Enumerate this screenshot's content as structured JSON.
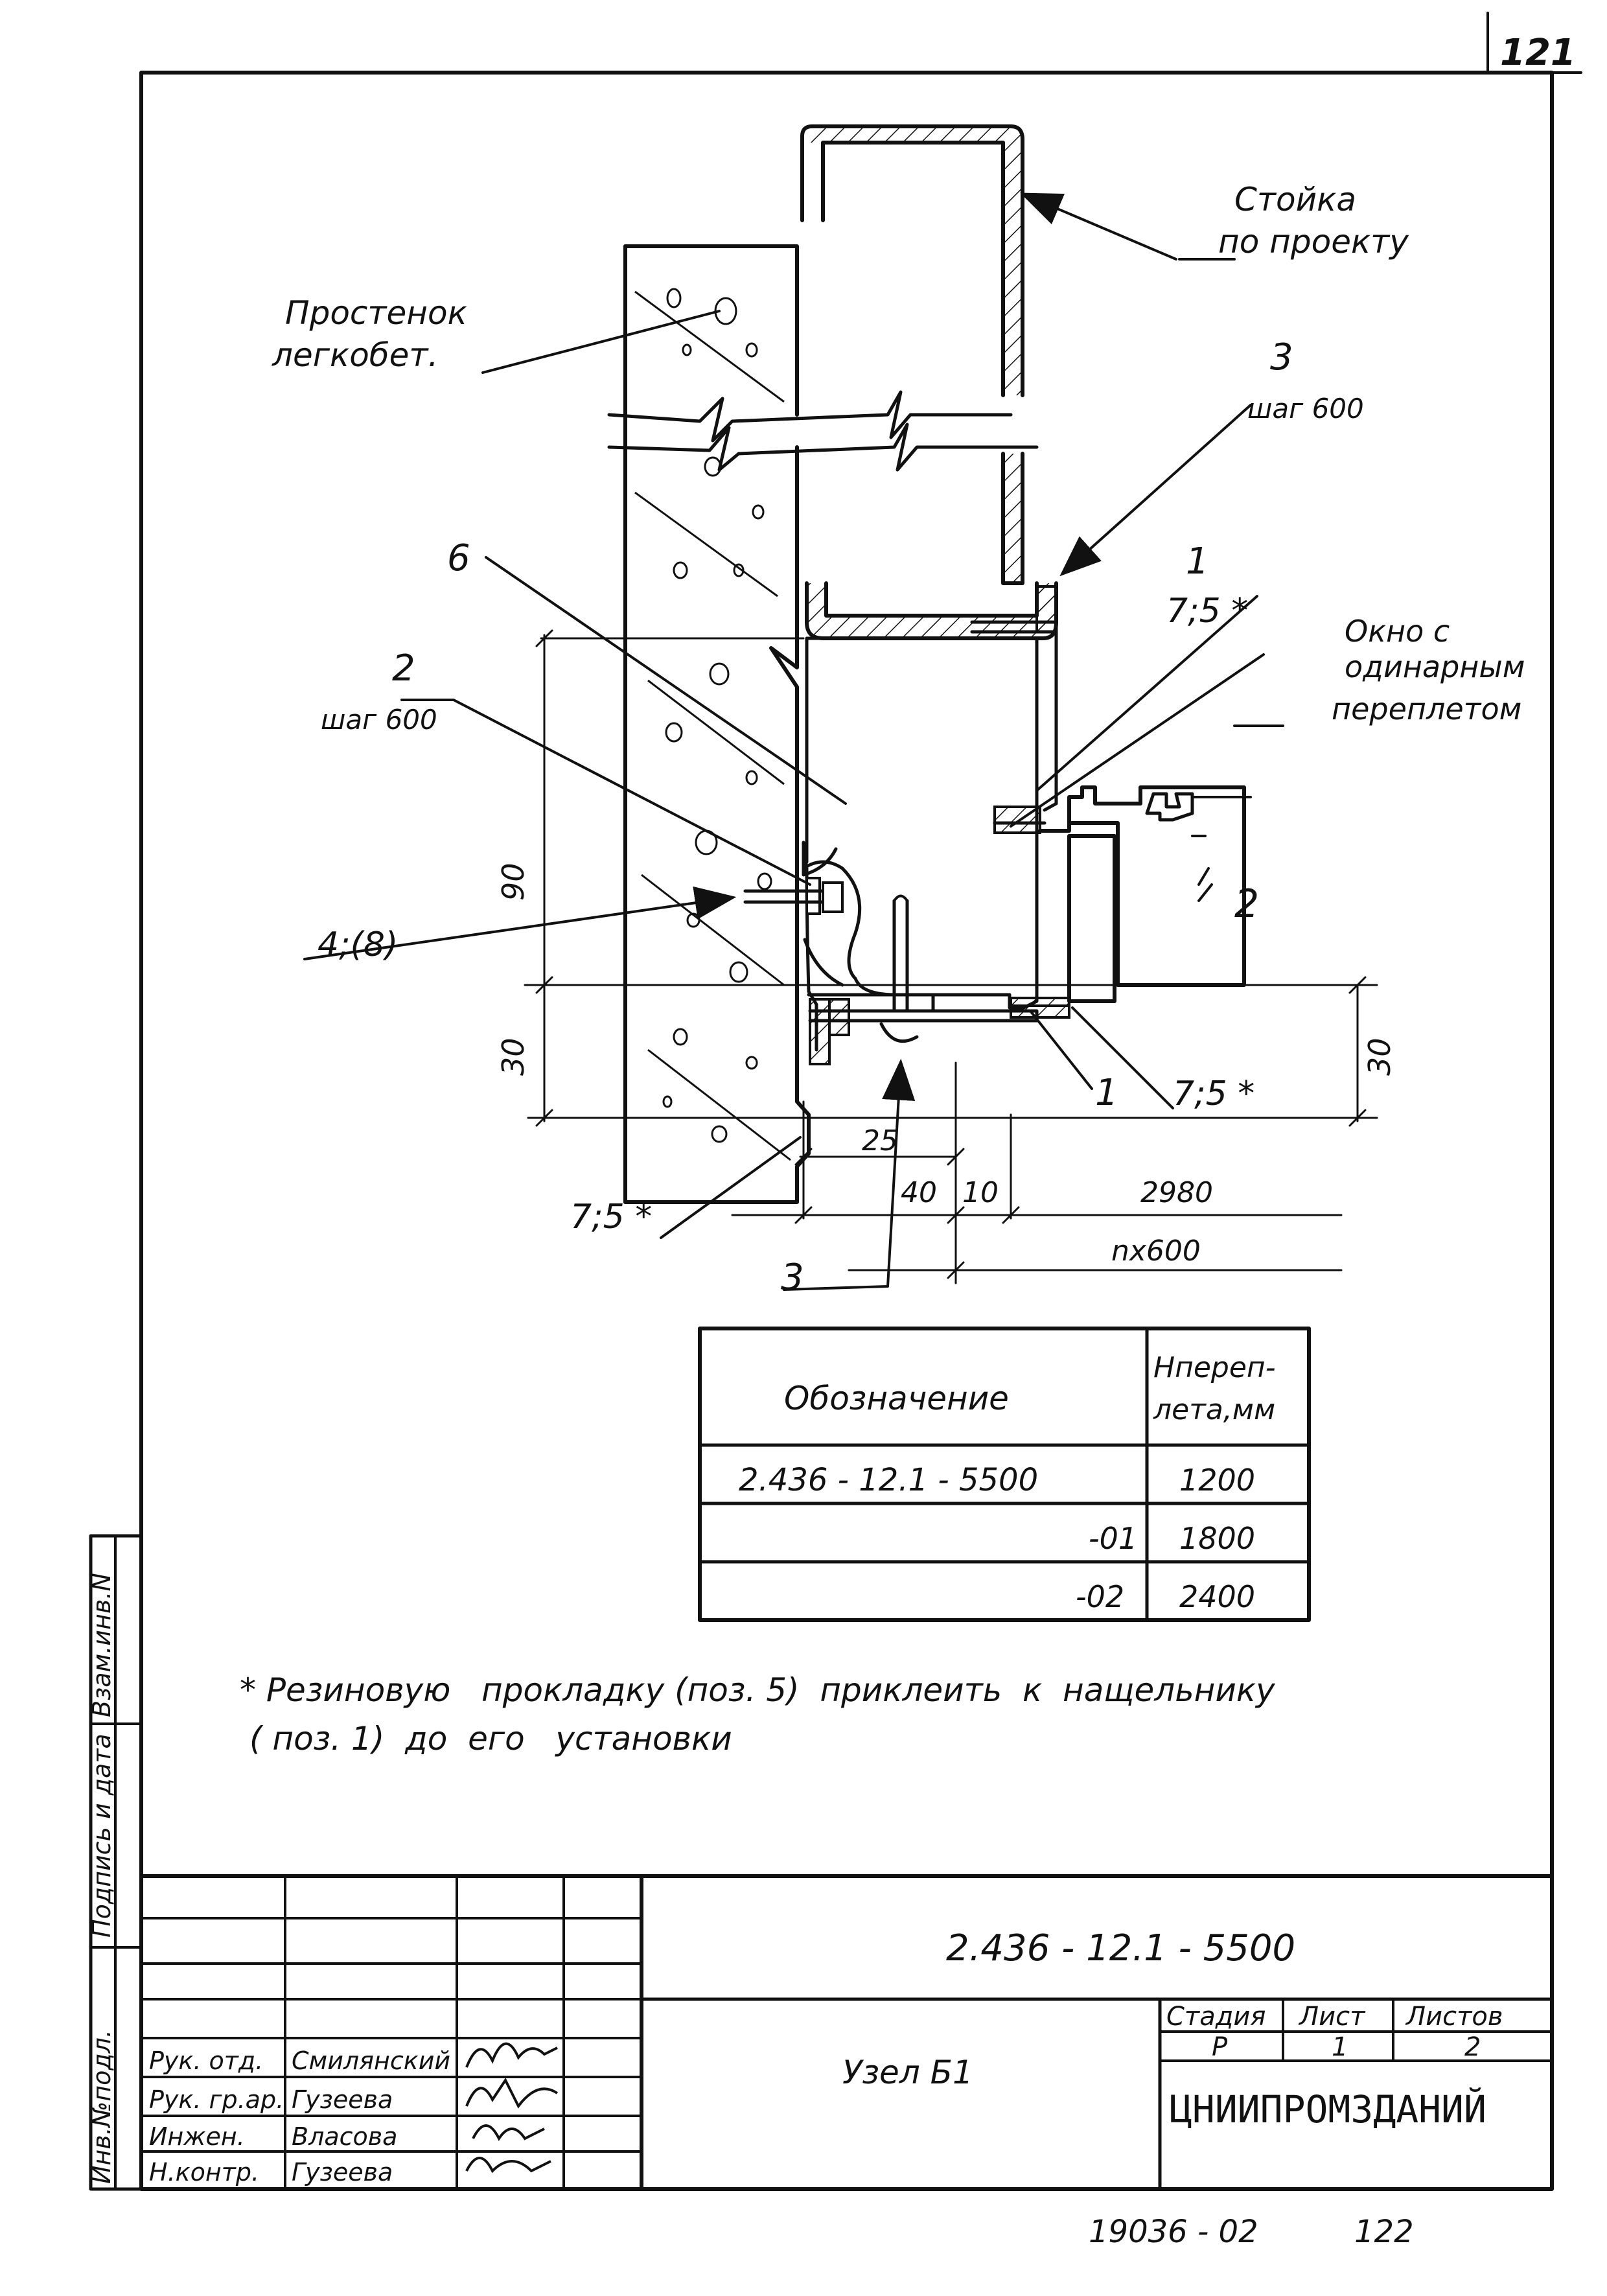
{
  "page_number": "121",
  "labels": {
    "stoika_line1": "Стойка",
    "stoika_line2": "по проекту",
    "prostenok_line1": "Простенок",
    "prostenok_line2": "легкобет.",
    "okno_line1": "Окно с",
    "okno_line2": "одинарным",
    "okno_line3": "переплетом"
  },
  "callouts": {
    "p3_top": "3",
    "shag_top": "шаг 600",
    "p1_top": "1",
    "p75_top": "7;5 *",
    "p6": "6",
    "p2": "2",
    "shag_left": "шаг 600",
    "p48": "4;(8)",
    "p75_right": "7;5 *",
    "p1_bottom": "1",
    "p75_left": "7;5 *",
    "p3_bottom": "3",
    "p2_window": "2"
  },
  "dimensions": {
    "d90": "90",
    "d30_left": "30",
    "d30_right": "30",
    "d25": "25",
    "d40": "40",
    "d10": "10",
    "d2980": "2980",
    "dnx600": "nx600"
  },
  "spec_table": {
    "col_designation": "Обозначение",
    "col_height_line1": "Hпереп-",
    "col_height_line2": "лета,мм",
    "rows": [
      {
        "designation": "2.436 - 12.1 - 5500",
        "height": "1200"
      },
      {
        "designation": "-01",
        "height": "1800"
      },
      {
        "designation": "-02",
        "height": "2400"
      }
    ]
  },
  "note": {
    "line1": "* Резиновую   прокладку (поз. 5)  приклеить  к  нащельнику",
    "line2": "( поз. 1)  до  его   установки"
  },
  "side_stamps": {
    "inv_podl": "Инв.№подл.",
    "podpis_data": "Подпись и дата",
    "vzam_inv": "Взам.инв.N"
  },
  "title_block": {
    "document_code": "2.436 - 12.1 - 5500",
    "drawing_title": "Узел Б1",
    "stage_header": "Стадия",
    "sheet_header": "Лист",
    "sheets_header": "Листов",
    "stage": "Р",
    "sheet": "1",
    "sheets": "2",
    "organization": "ЦНИИПРОМЗДАНИЙ",
    "signatories": [
      {
        "role": "Рук. отд.",
        "name": "Смилянский"
      },
      {
        "role": "Рук. гр.ар.",
        "name": "Гузеева"
      },
      {
        "role": "Инжен.",
        "name": "Власова"
      },
      {
        "role": "Н.контр.",
        "name": "Гузеева"
      }
    ]
  },
  "footer": {
    "archive_number": "19036 - 02",
    "page": "122"
  }
}
